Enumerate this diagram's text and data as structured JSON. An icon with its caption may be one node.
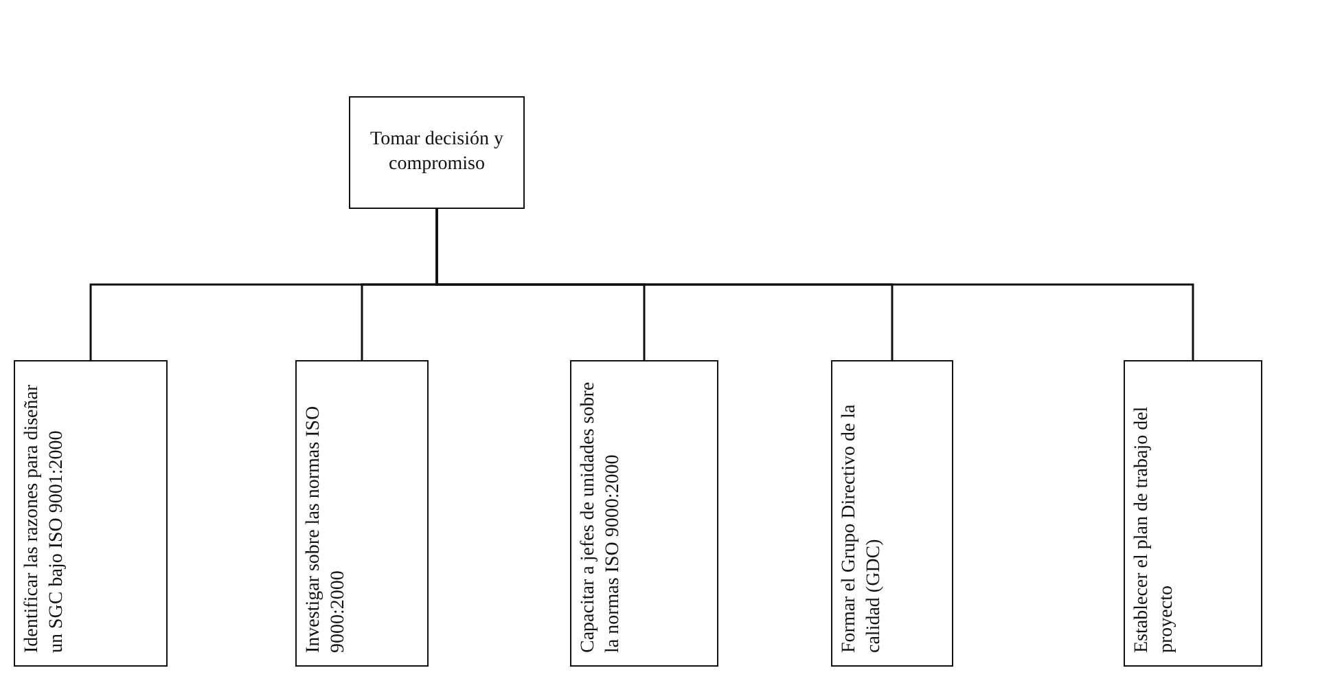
{
  "diagram": {
    "nodes": [
      {
        "text": [
          "Tomar decisión y compromiso"
        ]
      },
      {
        "text": [
          "Identificar las razones para diseñar un SGC bajo ISO 9001:2000"
        ]
      },
      {
        "text": [
          "Investigar sobre las normas ISO 9000:2000"
        ]
      },
      {
        "text": [
          "Capacitar a jefes de unidades sobre la normas ISO 9000:2000"
        ]
      },
      {
        "text": [
          "Formar el Grupo Directivo de la calidad (GDC)"
        ]
      },
      {
        "text": [
          "Establecer el plan de trabajo del proyecto"
        ]
      }
    ],
    "edges": [
      {
        "from": 0,
        "to": 1,
        "arrow": "none"
      },
      {
        "from": 0,
        "to": 2,
        "arrow": "none"
      },
      {
        "from": 0,
        "to": 3,
        "arrow": "none"
      },
      {
        "from": 0,
        "to": 4,
        "arrow": "none"
      },
      {
        "from": 0,
        "to": 5,
        "arrow": "none"
      }
    ]
  }
}
